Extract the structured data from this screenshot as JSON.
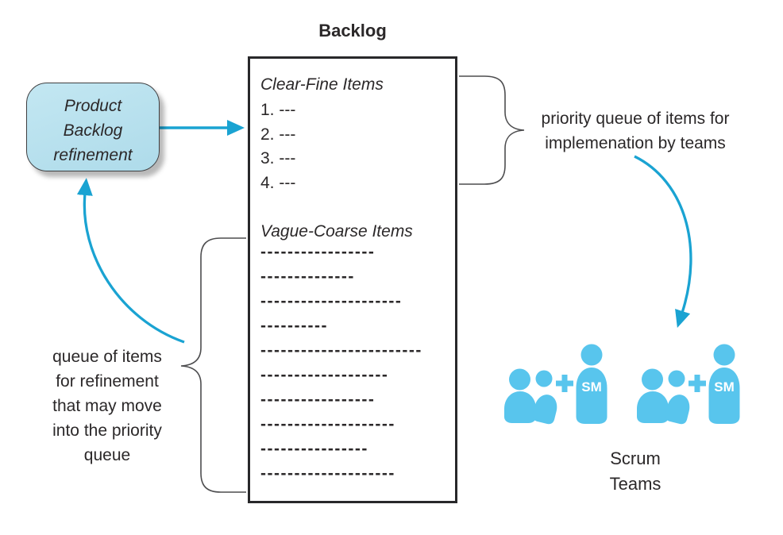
{
  "backlog": {
    "title": "Backlog",
    "clear_fine": {
      "heading": "Clear-Fine Items",
      "items": [
        "1. ---",
        "2. ---",
        "3. ---",
        "4. ---"
      ]
    },
    "vague_coarse": {
      "heading": "Vague-Coarse Items",
      "lines": [
        "-----------------",
        "--------------",
        "---------------------",
        "----------",
        "------------------------",
        "-------------------",
        "-----------------",
        "--------------------",
        "----------------",
        "--------------------"
      ]
    }
  },
  "refinement": {
    "lines": [
      "Product",
      "Backlog",
      "refinement"
    ]
  },
  "right_callout": {
    "lines": [
      "priority queue of items for",
      "implemenation by teams"
    ]
  },
  "left_callout": {
    "lines": [
      "queue of items",
      "for refinement",
      "that may move",
      "into the priority",
      "queue"
    ]
  },
  "scrum_teams": {
    "label_lines": [
      "Scrum",
      "Teams"
    ],
    "sm_badge": "SM",
    "team_count": 2
  },
  "colors": {
    "arrow_blue": "#1aa3d2",
    "icon_blue": "#58c5ed",
    "refinement_fill": "#b9e2ef",
    "box_border": "#28282a",
    "brace_gray": "#4d4d4f",
    "text": "#2b2829"
  }
}
